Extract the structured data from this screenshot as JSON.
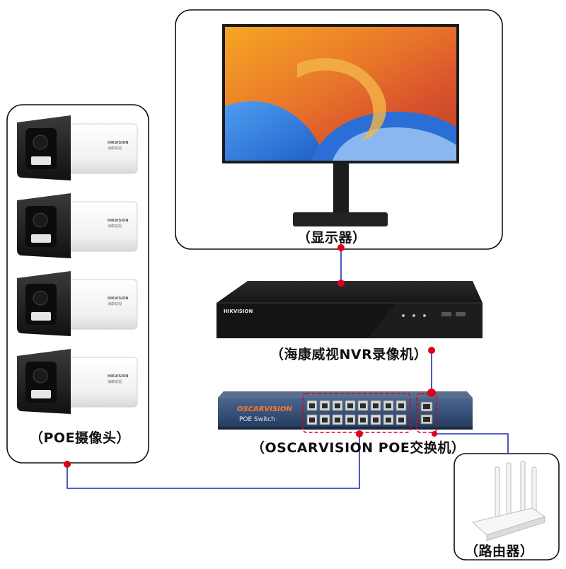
{
  "labels": {
    "monitor": "（显示器）",
    "nvr": "（海康威视NVR录像机）",
    "switch": "（OSCARVISION POE交换机）",
    "cameras": "（POE摄像头）",
    "router": "（路由器）"
  },
  "device_text": {
    "nvr_brand": "HIKVISION",
    "camera_brand": "HIKVISION",
    "camera_sub": "海康威视",
    "switch_brand": "OSCARVISION",
    "switch_model": "POE Switch"
  },
  "colors": {
    "connection_line": "#1f2fb5",
    "connection_dot": "#e0001b",
    "port_group_outline": "#e0001b",
    "switch_body": "#2d4b7a",
    "nvr_body": "#1a1a1a"
  },
  "camera_count": 4
}
